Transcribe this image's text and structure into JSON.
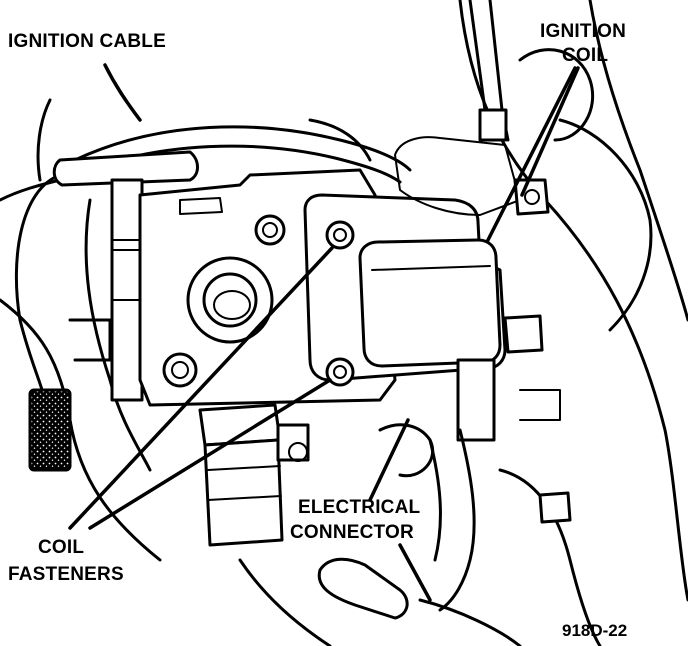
{
  "labels": {
    "ignition_cable": "IGNITION CABLE",
    "ignition_coil_line1": "IGNITION",
    "ignition_coil_line2": "COIL",
    "coil_fasteners_line1": "COIL",
    "coil_fasteners_line2": "FASTENERS",
    "electrical_connector_line1": "ELECTRICAL",
    "electrical_connector_line2": "CONNECTOR"
  },
  "figure_code": "918D-22"
}
